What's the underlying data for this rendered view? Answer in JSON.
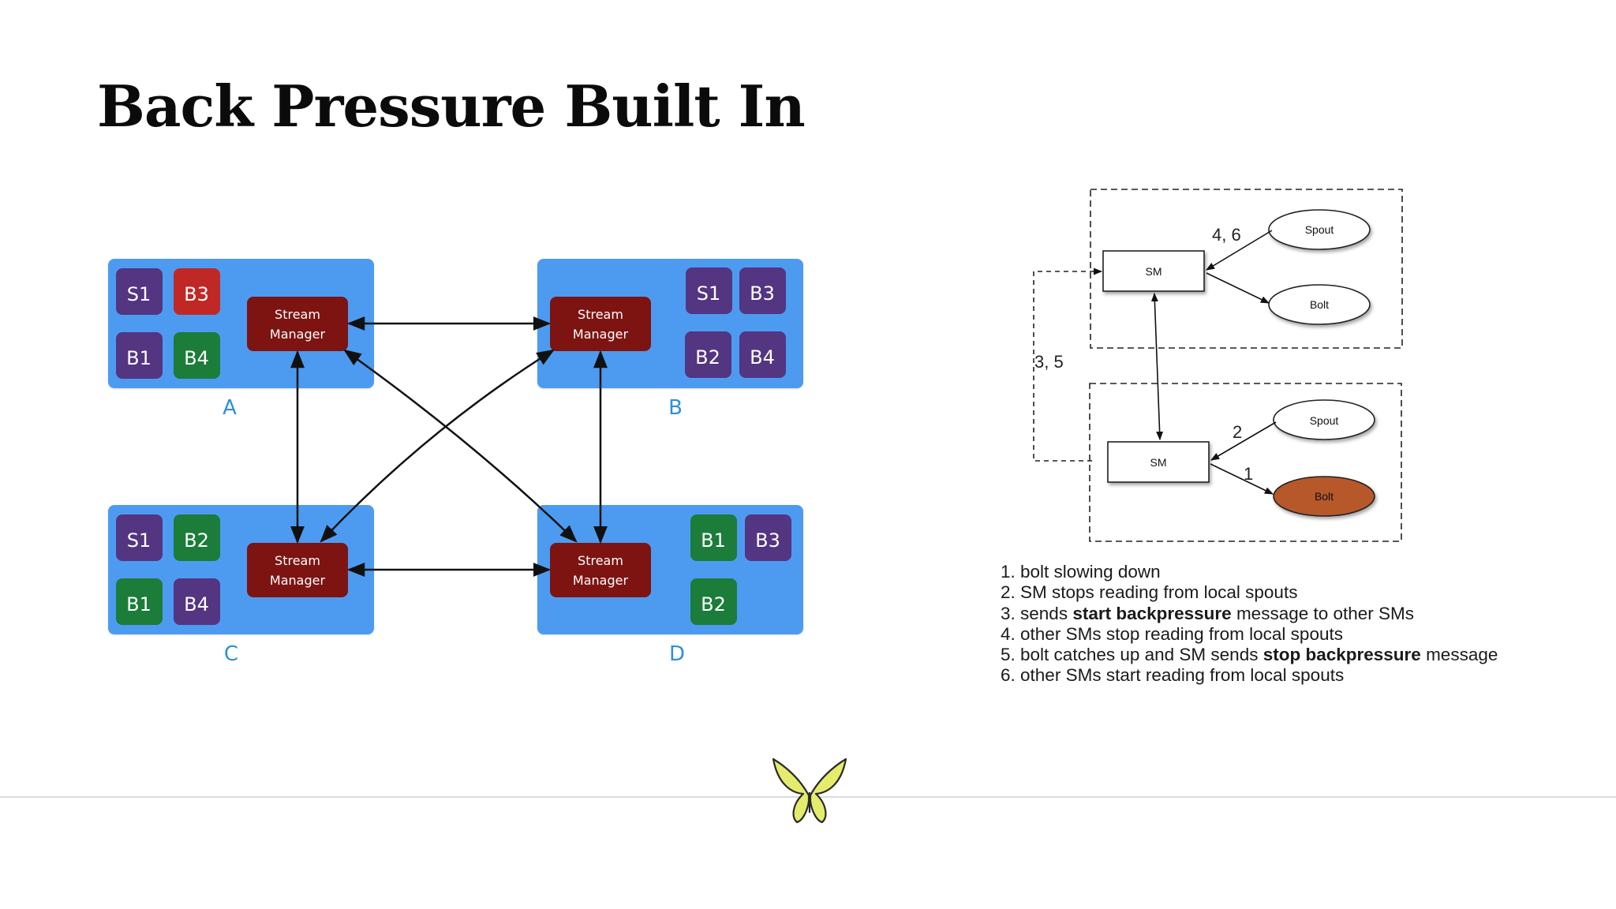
{
  "title": "Back Pressure Built In",
  "colors": {
    "container": "#4d9bf0",
    "manager": "#7d1411",
    "purple": "#533581",
    "green": "#1c7c39",
    "red": "#c02826",
    "container_label": "#2d91d6",
    "bolt_overloaded": "#b6582c"
  },
  "cluster": {
    "manager_label": [
      "Stream",
      "Manager"
    ],
    "containers": [
      {
        "label": "A",
        "instances": [
          {
            "text": "S1",
            "color": "purple"
          },
          {
            "text": "B3",
            "color": "red"
          },
          {
            "text": "B1",
            "color": "purple"
          },
          {
            "text": "B4",
            "color": "green"
          }
        ]
      },
      {
        "label": "B",
        "instances": [
          {
            "text": "S1",
            "color": "purple"
          },
          {
            "text": "B3",
            "color": "purple"
          },
          {
            "text": "B2",
            "color": "purple"
          },
          {
            "text": "B4",
            "color": "purple"
          }
        ]
      },
      {
        "label": "C",
        "instances": [
          {
            "text": "S1",
            "color": "purple"
          },
          {
            "text": "B2",
            "color": "green"
          },
          {
            "text": "B1",
            "color": "green"
          },
          {
            "text": "B4",
            "color": "purple"
          }
        ]
      },
      {
        "label": "D",
        "instances": [
          {
            "text": "B1",
            "color": "green"
          },
          {
            "text": "B3",
            "color": "purple"
          },
          {
            "text": "B2",
            "color": "green"
          }
        ]
      }
    ]
  },
  "flow": {
    "top": {
      "sm": "SM",
      "spout": "Spout",
      "bolt": "Bolt",
      "step_label": "4, 6"
    },
    "bottom": {
      "sm": "SM",
      "spout": "Spout",
      "bolt": "Bolt",
      "spout_step": "2",
      "bolt_step": "1"
    },
    "side_label": "3, 5"
  },
  "steps": [
    {
      "num": "1.",
      "text": "bolt slowing down"
    },
    {
      "num": "2.",
      "text": "SM stops reading from local spouts"
    },
    {
      "num": "3.",
      "pre": "sends ",
      "bold": "start backpressure",
      "post": " message to other SMs"
    },
    {
      "num": "4.",
      "text": "other SMs stop reading from local spouts"
    },
    {
      "num": "5.",
      "pre": "bolt catches up and SM sends ",
      "bold": "stop backpressure",
      "post": " message"
    },
    {
      "num": "6.",
      "text": "other SMs start reading from local spouts"
    }
  ]
}
